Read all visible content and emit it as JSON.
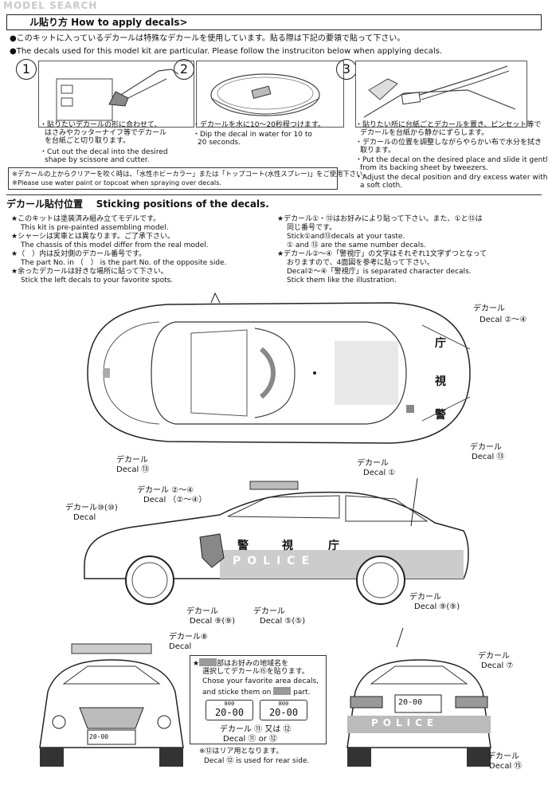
{
  "watermark": "MODEL SEARCH",
  "header": {
    "title": "ル貼り方 How to apply decals>"
  },
  "intro": {
    "jp": "●このキットに入っているデカールは特殊なデカールを使用しています。貼る際は下記の要領で貼って下さい。",
    "en": "●The decals used for this model kit are particular. Please follow the instruciton below when applying decals."
  },
  "steps": [
    {
      "num": "1",
      "jp": [
        "・貼りたいデカールの形に合わせて、",
        "はさみやカッターナイフ等でデカール",
        "を台紙ごと切り取ります。"
      ],
      "en": [
        "・Cut out the decal into the desired",
        "shape by scissore and cutter."
      ]
    },
    {
      "num": "2",
      "jp": [
        "・デカールを水に10〜20秒程つけます。"
      ],
      "en": [
        "・Dip the decal in water for 10 to",
        "20 seconds."
      ]
    },
    {
      "num": "3",
      "jp": [
        "・貼りたい所に台紙ごとデカールを置き、ピンセット等で",
        "デカールを台紙から静かにずらします。",
        "・デカールの位置を調整しながらやらかい布で水分を拭き",
        "取ります。"
      ],
      "en": [
        "・Put the decal on the desired place and slide it gently",
        "from its backing sheet by tweezers.",
        "・Adjust the decal position and dry excess water with",
        "a soft cloth."
      ]
    }
  ],
  "note": {
    "jp": "※デカールの上からクリアーを吹く時は、「水性ホビーカラー」または「トップコート(水性スプレー)」をご使用下さい。",
    "en": "※Please use water paint or topcoat when spraying over decals."
  },
  "section2": {
    "jp": "デカール貼付位置",
    "en": "Sticking positions of the decals."
  },
  "left_notes": [
    "★このキットは塗装済み組み立てモデルです。",
    "This kit is pre-painted assembling model.",
    "★シャーシは実車とは異なります。ご了承下さい。",
    "The chassis of this model differ from the real model.",
    "★（　）内は反対側のデカール番号です。",
    "The part No. in （　） is the part No. of the opposite side.",
    "★余ったデカールは好きな場所に貼って下さい。",
    "Stick the left decals to your favorite spots."
  ],
  "right_notes": [
    "★デカール①・⑬はお好みにより貼って下さい。また、①と⑬は",
    "同じ番号です。",
    "Stick①and⑬decals at your taste.",
    "① and ⑬ are the same number decals.",
    "★デカール②〜④「警視庁」の文字はそれぞれ1文字ずつとなって",
    "おりますので、4面図を参考に貼って下さい。",
    "Decal②〜④「警視庁」is separated character decals.",
    "Stick them like the illustration."
  ],
  "labels": {
    "top_right": {
      "jp": "デカール",
      "en": "Decal ②〜④"
    },
    "top_right2": {
      "jp": "デカール",
      "en": "Decal ⑬"
    },
    "top_left": {
      "jp": "デカール",
      "en": "Decal ⑬"
    },
    "top_bottom": {
      "jp": "デカール",
      "en": "Decal ①"
    },
    "side_a": {
      "jp": "デカール ②〜④",
      "en": "Decal （②〜④）"
    },
    "side_b": {
      "jp": "デカール⑩(⑩)",
      "en": "Decal"
    },
    "side_c": {
      "jp": "デカール",
      "en": "Decal ⑨(⑨)"
    },
    "side_d": {
      "jp": "デカール",
      "en": "Decal ⑨(⑨)"
    },
    "side_e": {
      "jp": "デカール",
      "en": "Decal ⑤(⑤)"
    },
    "front_a": {
      "jp": "デカール⑧",
      "en": "Decal"
    },
    "rear_a": {
      "jp": "デカール",
      "en": "Decal ⑦"
    },
    "rear_b": {
      "jp": "デカール",
      "en": "Decal ⑮"
    },
    "plate_label": {
      "jp": "デカール ⑪ 又は ⑫",
      "en": "Decal ⑪ or ⑫"
    }
  },
  "kanji": {
    "k1": "庁",
    "k2": "視",
    "k3": "警"
  },
  "side_kanji": {
    "k1": "警",
    "k2": "視",
    "k3": "庁"
  },
  "police_text": "POLICE",
  "area_note": {
    "l1": "部はお好みの地域名を",
    "l2": "選択してデカール⑮を貼ります。",
    "l3": "Chose your favorite area decals,",
    "l4": "and sticke them on",
    "l5": "part."
  },
  "rear_note": {
    "jp": "※⑫はリア用となります。",
    "en": "Decal ⑫ is used for rear side."
  },
  "plate": {
    "top": "800",
    "main": "20-00"
  },
  "plate_front": {
    "main": "20-00"
  },
  "plate_rear": {
    "main": "20-00"
  }
}
